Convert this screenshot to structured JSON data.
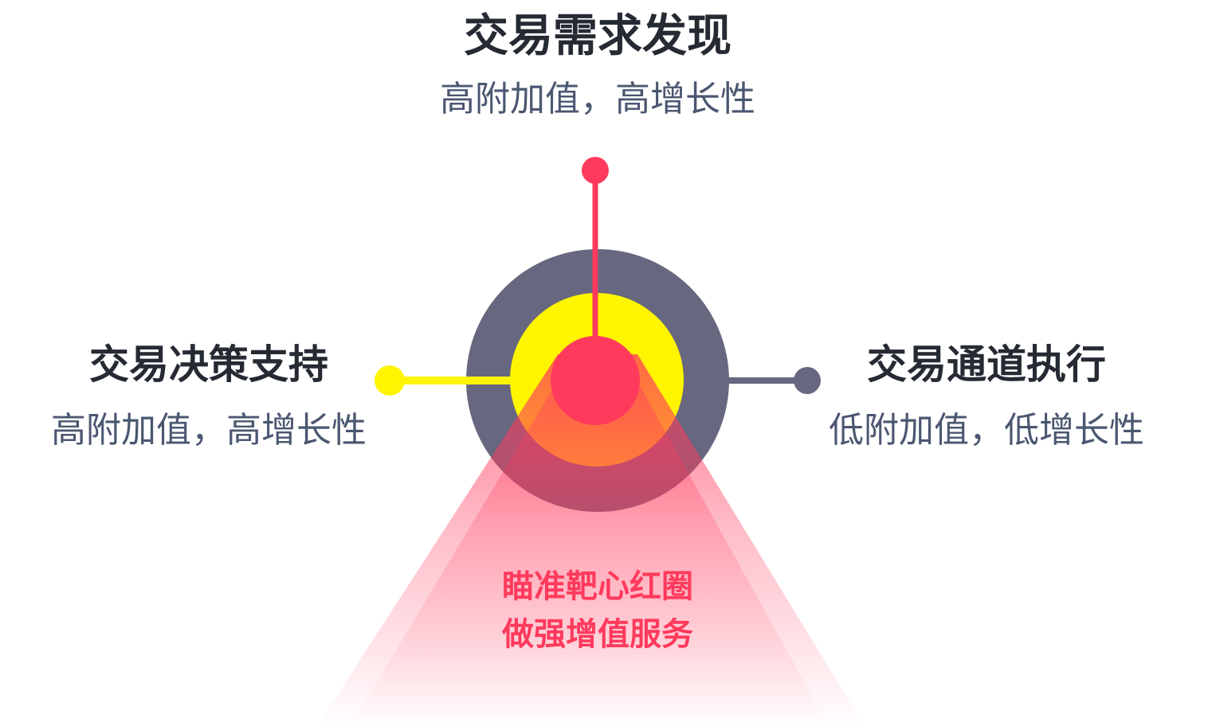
{
  "top": {
    "title": "交易需求发现",
    "subtitle": "高附加值，高增长性"
  },
  "left": {
    "title": "交易决策支持",
    "subtitle": "高附加值，高增长性"
  },
  "right": {
    "title": "交易通道执行",
    "subtitle": "低附加值，低增长性"
  },
  "center": {
    "line1": "瞄准靶心红圈",
    "line2": "做强增值服务"
  },
  "colors": {
    "red": "#ff3a5c",
    "yellow": "#fff500",
    "gray": "#67677f",
    "text_dark": "#252a33",
    "text_sub": "#4b5771"
  }
}
